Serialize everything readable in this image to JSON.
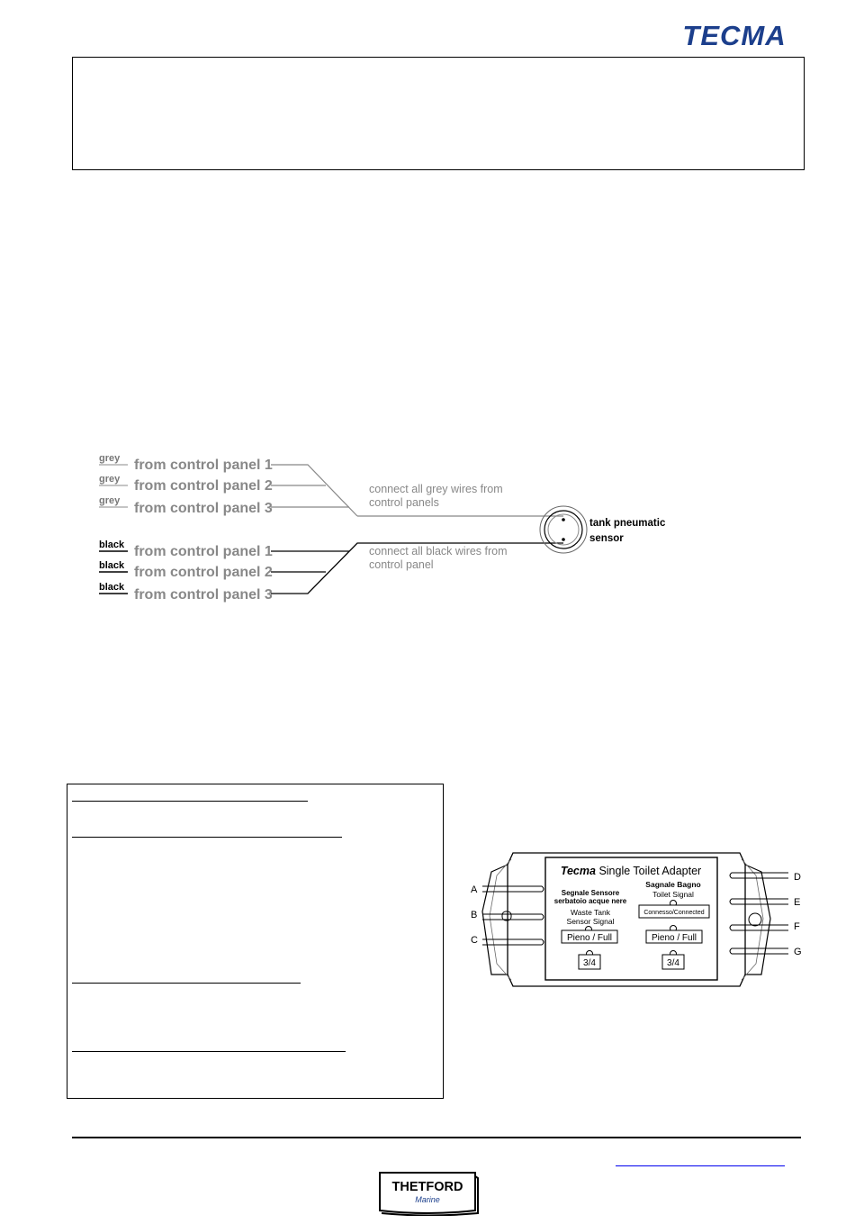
{
  "header": {
    "logo_text": "TECMA"
  },
  "wiring": {
    "grey_rows": [
      {
        "color_label": "grey",
        "source": "from control panel 1"
      },
      {
        "color_label": "grey",
        "source": "from control panel 2"
      },
      {
        "color_label": "grey",
        "source": "from control panel 3"
      }
    ],
    "black_rows": [
      {
        "color_label": "black",
        "source": "from control panel 1"
      },
      {
        "color_label": "black",
        "source": "from control panel 2"
      },
      {
        "color_label": "black",
        "source": "from control panel 3"
      }
    ],
    "grey_note": [
      "connect all grey wires from",
      "control panels"
    ],
    "black_note": [
      "connect all black wires from",
      "control panel"
    ],
    "sensor_label": [
      "tank pneumatic",
      "sensor"
    ]
  },
  "adapter": {
    "title_brand": "Tecma",
    "title_rest": " Single Toilet Adapter",
    "left_heading": [
      "Segnale Sensore",
      "serbatoio acque nere"
    ],
    "left_sub": [
      "Waste Tank",
      "Sensor Signal"
    ],
    "right_heading": "Sagnale Bagno",
    "right_sub": "Toilet Signal",
    "connected": "Connesso/Connected",
    "full": "Pieno / Full",
    "three_quarter": "3/4",
    "terminals_left": [
      "A",
      "B",
      "C"
    ],
    "terminals_right": [
      "D",
      "E",
      "F",
      "G"
    ]
  },
  "footer": {
    "brand": "THETFORD",
    "brand_sub": "Marine"
  }
}
